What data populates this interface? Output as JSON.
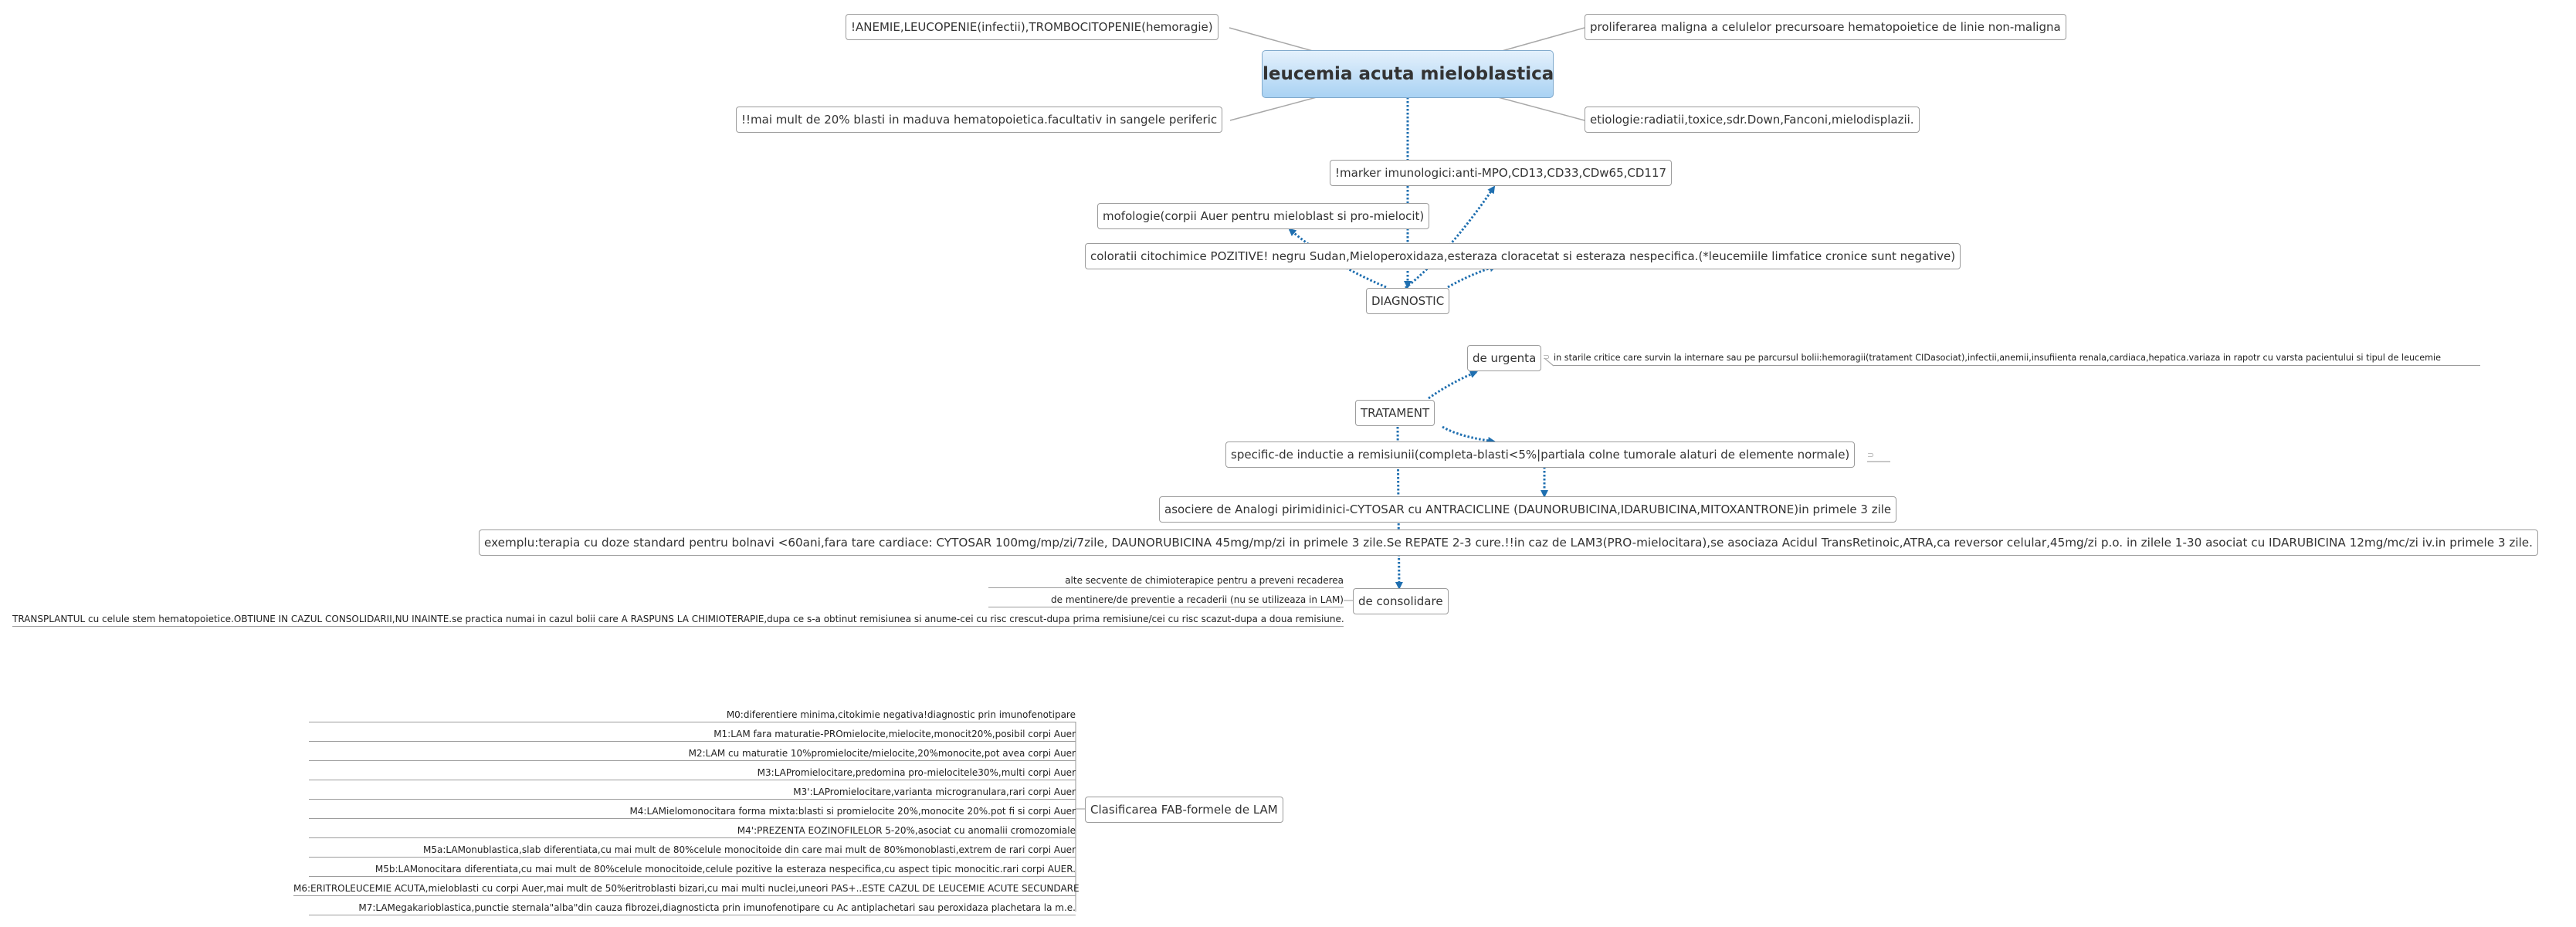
{
  "root": {
    "title": "leucemia acuta mieloblastica"
  },
  "top_nodes": [
    {
      "text": "!ANEMIE,LEUCOPENIE(infectii),TROMBOCITOPENIE(hemoragie)"
    },
    {
      "text": "proliferarea maligna a celulelor precursoare hematopoietice de linie non-maligna"
    },
    {
      "text": "!!mai mult de  20% blasti in maduva hematopoietica.facultativ in sangele periferic"
    },
    {
      "text": "etiologie:radiatii,toxice,sdr.Down,Fanconi,mielodisplazii."
    }
  ],
  "diagnostic": {
    "label": "DIAGNOSTIC",
    "items": [
      {
        "text": "!marker imunologici:anti-MPO,CD13,CD33,CDw65,CD117"
      },
      {
        "text": "mofologie(corpii Auer pentru mieloblast si pro-mielocit)"
      },
      {
        "text": "coloratii citochimice POZITIVE! negru Sudan,Mieloperoxidaza,esteraza cloracetat si esteraza nespecifica.(*leucemiile limfatice cronice sunt negative)"
      }
    ]
  },
  "tratament": {
    "label": "TRATAMENT",
    "urgenta": {
      "label": "de urgenta",
      "detail": "in starile critice care survin la internare sau pe parcursul bolii:hemoragii(tratament CIDasociat),infectii,anemii,insufiienta renala,cardiaca,hepatica.variaza in rapotr cu varsta pacientului si tipul de leucemie"
    },
    "inductie": {
      "label": "specific-de inductie a remisiunii(completa-blasti<5%|partiala colne tumorale alaturi de elemente normale)",
      "asociere": "asociere de Analogi pirimidinici-CYTOSAR cu ANTRACICLINE (DAUNORUBICINA,IDARUBICINA,MITOXANTRONE)in primele 3 zile",
      "exemplu": "exemplu:terapia cu doze standard pentru bolnavi <60ani,fara tare cardiace: CYTOSAR 100mg/mp/zi/7zile, DAUNORUBICINA 45mg/mp/zi in primele 3 zile.Se REPATE 2-3 cure.!!in caz de LAM3(PRO-mielocitara),se asociaza Acidul TransRetinoic,ATRA,ca reversor celular,45mg/zi p.o. in zilele 1-30 asociat cu IDARUBICINA 12mg/mc/zi iv.in primele 3 zile."
    },
    "consolidare": {
      "label": "de consolidare",
      "items": [
        {
          "text": "alte secvente de chimioterapice pentru a preveni recaderea"
        },
        {
          "text": "de mentinere/de preventie a recaderii (nu se utilizeaza in LAM)"
        },
        {
          "text": "TRANSPLANTUL cu celule stem hematopoietice.OBTIUNE IN CAZUL CONSOLIDARII,NU INAINTE.se practica numai in cazul bolii care A RASPUNS LA CHIMIOTERAPIE,dupa ce s-a obtinut remisiunea si anume-cei cu risc crescut-dupa prima remisiune/cei cu risc scazut-dupa a doua remisiune."
        }
      ]
    }
  },
  "fab": {
    "label": "Clasificarea FAB-formele de LAM",
    "items": [
      {
        "text": "M0:diferentiere minima,citokimie negativa!diagnostic prin imunofenotipare"
      },
      {
        "text": "M1:LAM fara maturatie-PROmielocite,mielocite,monocit20%,posibil corpi Auer"
      },
      {
        "text": "M2:LAM cu maturatie 10%promielocite/mielocite,20%monocite,pot avea corpi Auer"
      },
      {
        "text": "M3:LAPromielocitare,predomina pro-mielocitele30%,multi corpi Auer"
      },
      {
        "text": "M3':LAPromielocitare,varianta microgranulara,rari corpi Auer"
      },
      {
        "text": "M4:LAMielomonocitara forma mixta:blasti si promielocite 20%,monocite 20%.pot fi si corpi Auer"
      },
      {
        "text": "M4':PREZENTA EOZINOFILELOR 5-20%,asociat cu  anomalii cromozomiale"
      },
      {
        "text": "M5a:LAMonublastica,slab diferentiata,cu mai mult de 80%celule monocitoide din care mai mult de 80%monoblasti,extrem de rari corpi Auer"
      },
      {
        "text": "M5b:LAMonocitara diferentiata,cu mai mult de 80%celule monocitoide,celule pozitive la esteraza nespecifica,cu aspect tipic monocitic.rari corpi AUER."
      },
      {
        "text": "M6:ERITROLEUCEMIE ACUTA,mieloblasti cu corpi Auer,mai mult de 50%eritroblasti bizari,cu mai multi nuclei,uneori PAS+..ESTE CAZUL DE LEUCEMIE ACUTE SECUNDARE"
      },
      {
        "text": "M7:LAMegakarioblastica,punctie sternala\"alba\"din cauza fibrozei,diagnosticta prin imunofenotipare cu Ac antiplachetari sau peroxidaza plachetara la m.e."
      }
    ]
  },
  "colors": {
    "link": "#1f6fb0",
    "border": "#9c9c9c",
    "root_top": "#e4f1fc",
    "root_bottom": "#a9d2f3"
  }
}
